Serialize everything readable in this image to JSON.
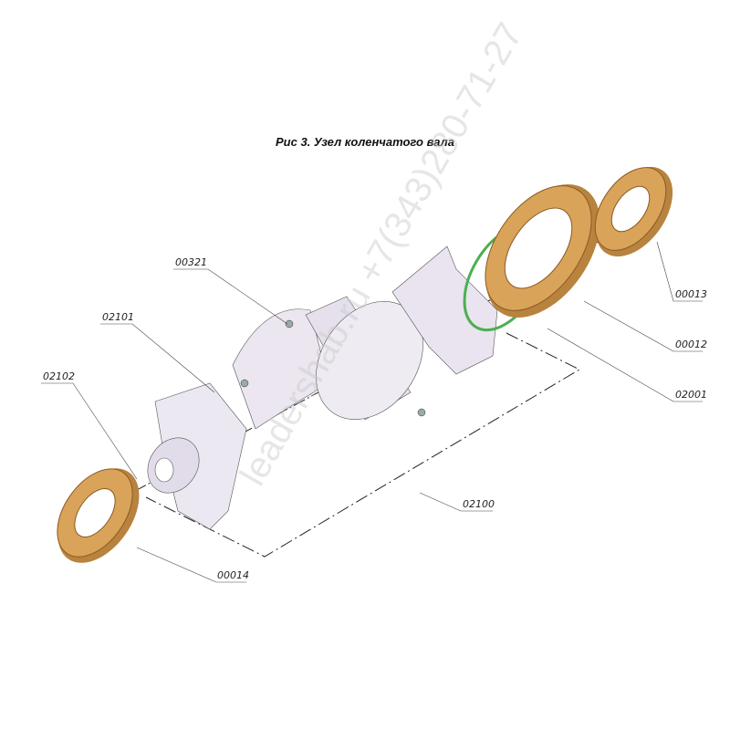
{
  "title": "Рис 3. Узел коленчатого вала",
  "watermark": "leadershab.ru +7(343)280-71-27",
  "parts": {
    "p00321": "00321",
    "p02101": "02101",
    "p02102": "02102",
    "p00014": "00014",
    "p02100": "02100",
    "p00013": "00013",
    "p00012": "00012",
    "p02001": "02001"
  },
  "colors": {
    "bearing": "#c8934a",
    "shaft": "#e9e4ef",
    "seal_ring": "#4caf50"
  }
}
